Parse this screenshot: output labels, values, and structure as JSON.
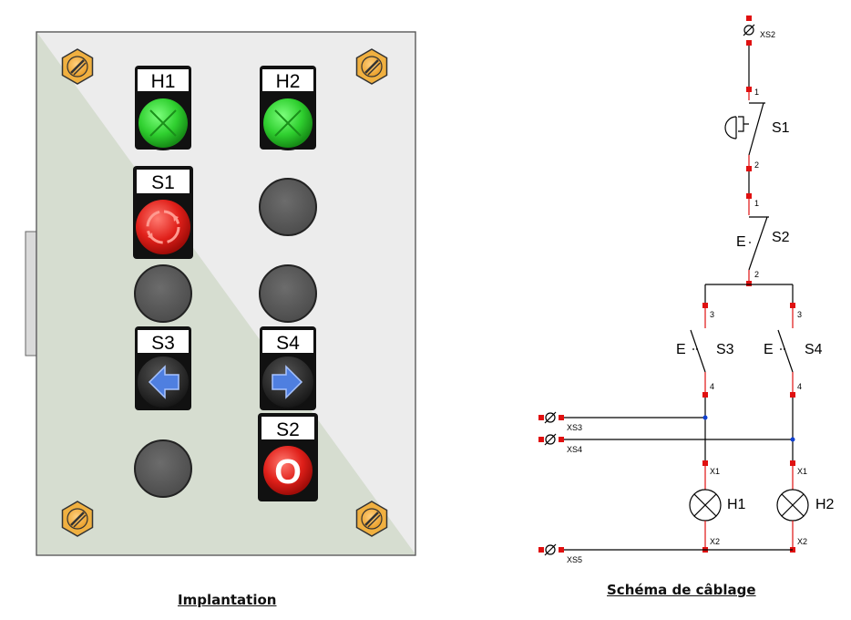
{
  "panel": {
    "indicators": [
      {
        "id": "H1",
        "label": "H1"
      },
      {
        "id": "H2",
        "label": "H2"
      }
    ],
    "buttons": [
      {
        "id": "S1",
        "label": "S1"
      },
      {
        "id": "S3",
        "label": "S3"
      },
      {
        "id": "S4",
        "label": "S4"
      },
      {
        "id": "S2",
        "label": "S2",
        "symbol": "O"
      }
    ],
    "caption": "Implantation"
  },
  "schema": {
    "caption": "Schéma de câblage",
    "terminals": {
      "xs2": "XS2",
      "xs3": "XS3",
      "xs4": "XS4",
      "xs5": "XS5"
    },
    "contacts": {
      "s1": {
        "name": "S1",
        "pin_top": "1",
        "pin_bottom": "2"
      },
      "s2": {
        "name": "S2",
        "pin_top": "1",
        "pin_bottom": "2",
        "actuator": "E"
      },
      "s3": {
        "name": "S3",
        "pin_top": "3",
        "pin_bottom": "4",
        "actuator": "E"
      },
      "s4": {
        "name": "S4",
        "pin_top": "3",
        "pin_bottom": "4",
        "actuator": "E"
      }
    },
    "lamps": {
      "h1": {
        "name": "H1",
        "pin_top": "X1",
        "pin_bottom": "X2"
      },
      "h2": {
        "name": "H2",
        "pin_top": "X1",
        "pin_bottom": "X2"
      }
    }
  },
  "colors": {
    "panel_left": "#d6ddd0",
    "panel_right": "#ececec",
    "lamp_green": "#2fcf2f",
    "button_red": "#e0201a",
    "arrow_blue": "#4f7fe0",
    "wire_red": "#e01010",
    "node_blue": "#1040d0"
  }
}
